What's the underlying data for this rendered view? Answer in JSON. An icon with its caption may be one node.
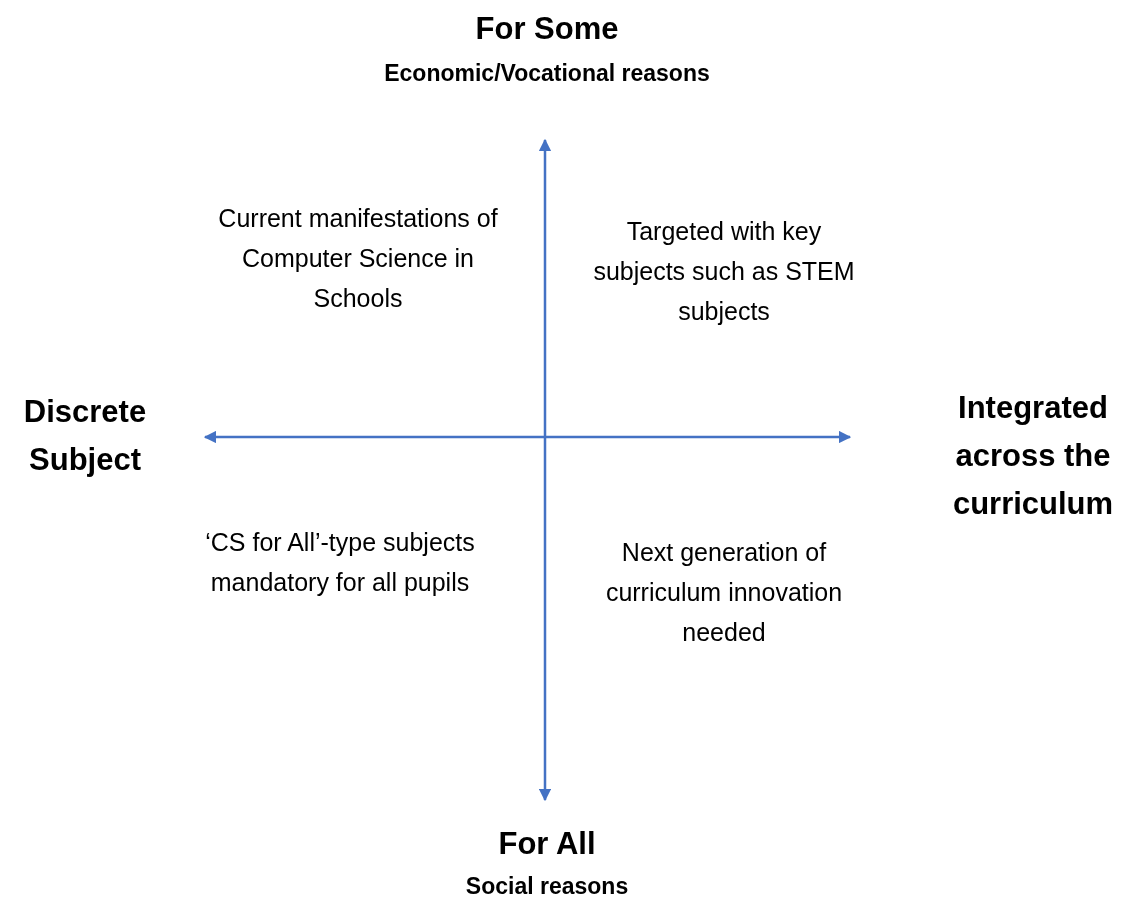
{
  "diagram": {
    "labels": [
      "For Some",
      "Economic/Vocational reasons",
      "Current manifestations of Computer Science in Schools",
      "Targeted with key subjects such as STEM subjects",
      "Discrete Subject",
      "Integrated across the curriculum",
      "‘CS for All’-type subjects mandatory for all pupils",
      "Next generation of curriculum innovation needed",
      "For All",
      "Social reasons"
    ]
  }
}
